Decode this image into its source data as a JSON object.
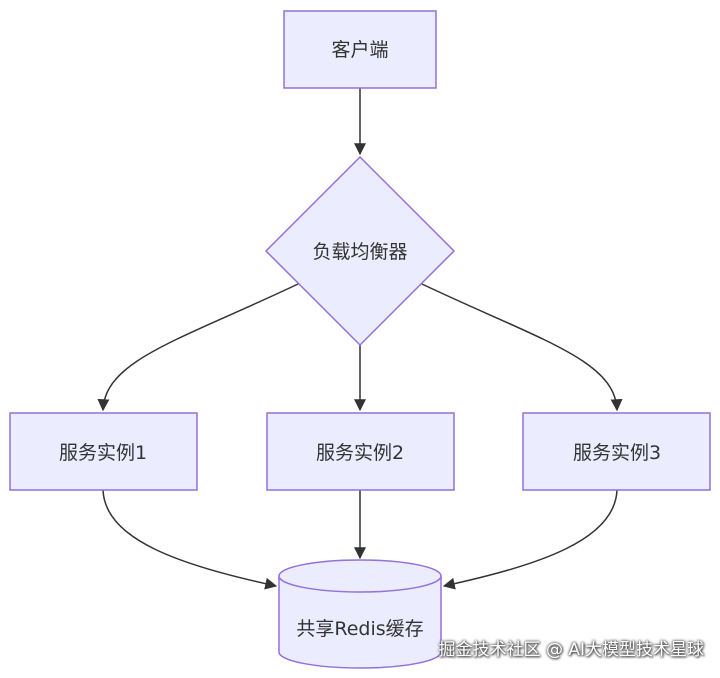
{
  "nodes": {
    "client": "客户端",
    "load_balancer": "负载均衡器",
    "service1": "服务实例1",
    "service2": "服务实例2",
    "service3": "服务实例3",
    "cache": "共享Redis缓存"
  },
  "watermark": "掘金技术社区 @ AI大模型技术星球",
  "colors": {
    "node_fill": "#ECECFF",
    "node_stroke": "#9370DB",
    "edge": "#333333"
  }
}
